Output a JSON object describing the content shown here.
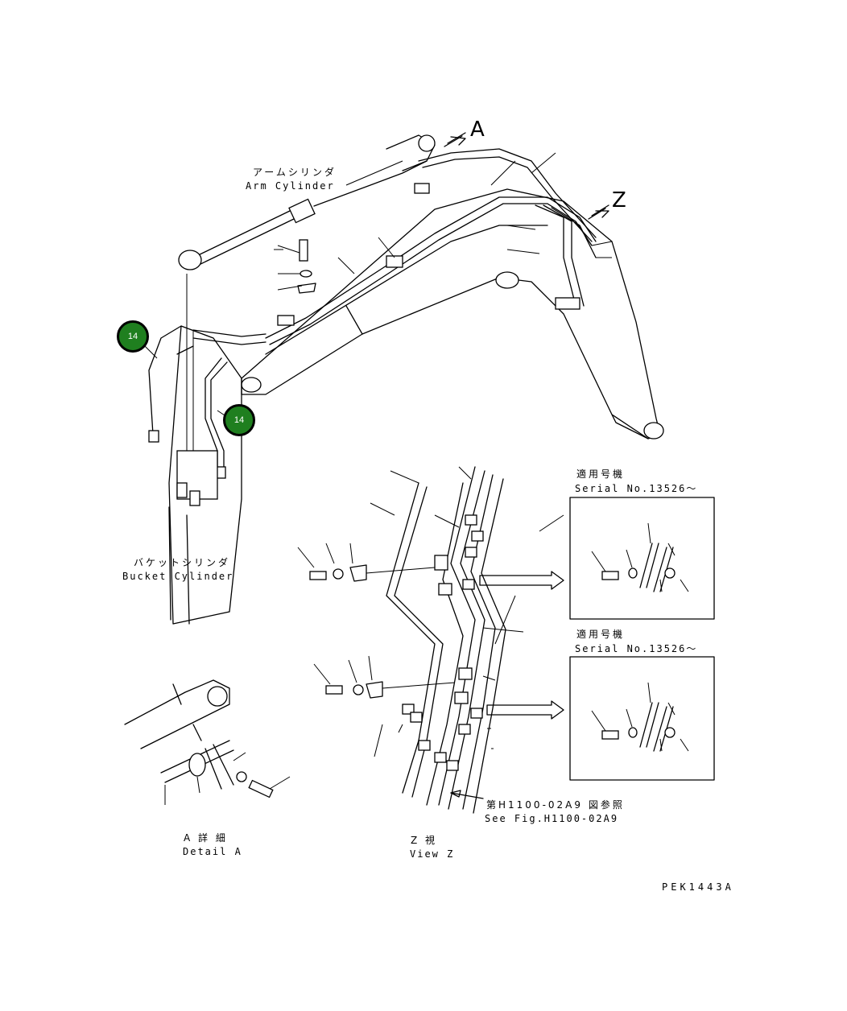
{
  "labels": {
    "arrow_a": "A",
    "arrow_z": "Z",
    "arm_cylinder_jp": "アームシリンダ",
    "arm_cylinder_en": "Arm Cylinder",
    "bucket_cylinder_jp": "バケットシリンダ",
    "bucket_cylinder_en": "Bucket Cylinder",
    "applicable_jp_1": "適用号機",
    "serial_1": "Serial No.13526～",
    "applicable_jp_2": "適用号機",
    "serial_2": "Serial No.13526～",
    "see_fig_jp": "第H1100-02A9 図参照",
    "see_fig_en": "See Fig.H1100-02A9",
    "detail_a_jp": "A 詳 細",
    "detail_a_en": "Detail A",
    "view_z_jp": "Z  視",
    "view_z_en": "View Z",
    "drawing_code": "PEK1443A"
  },
  "callouts": [
    {
      "number": "14"
    },
    {
      "number": "14"
    }
  ],
  "colors": {
    "callout_fill": "#1f7f1f",
    "line": "#000000",
    "background": "#ffffff"
  }
}
